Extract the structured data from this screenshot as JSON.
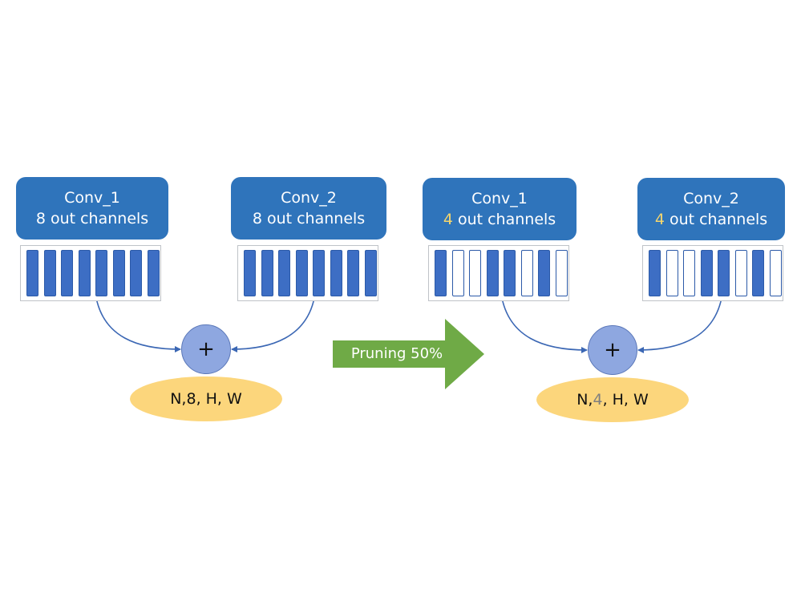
{
  "left": {
    "conv1": {
      "name": "Conv_1",
      "count": "8",
      "suffix": " out channels"
    },
    "conv2": {
      "name": "Conv_2",
      "count": "8",
      "suffix": " out channels"
    },
    "conv1_channels": [
      1,
      1,
      1,
      1,
      1,
      1,
      1,
      1
    ],
    "conv2_channels": [
      1,
      1,
      1,
      1,
      1,
      1,
      1,
      1
    ],
    "plus": "+",
    "shape": {
      "pre": "N, ",
      "num": "8",
      "post": ", H, W"
    }
  },
  "arrow_label": "Pruning 50%",
  "right": {
    "conv1": {
      "name": "Conv_1",
      "count": "4",
      "suffix": " out channels"
    },
    "conv2": {
      "name": "Conv_2",
      "count": "4",
      "suffix": " out channels"
    },
    "conv1_channels": [
      1,
      0,
      0,
      1,
      1,
      0,
      1,
      0
    ],
    "conv2_channels": [
      1,
      0,
      0,
      1,
      1,
      0,
      1,
      0
    ],
    "plus": "+",
    "shape": {
      "pre": "N, ",
      "num": "4",
      "post": ", H, W"
    }
  },
  "colors": {
    "conv_box": "#2f74bb",
    "pruned_count": "#f6d66c",
    "channel_active": "#3d6ec4",
    "plus_node": "#8ea7e0",
    "shape_ellipse": "#fcd67c",
    "prune_arrow": "#6faa46"
  }
}
